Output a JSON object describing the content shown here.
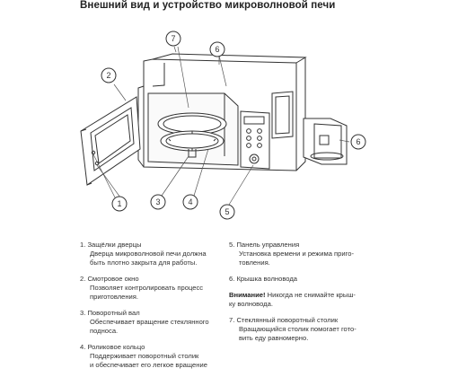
{
  "title": "Внешний вид и устройство микроволновой печи",
  "callouts": [
    "1",
    "2",
    "3",
    "4",
    "5",
    "6",
    "7",
    "6"
  ],
  "legend_left": [
    {
      "head": "1. Защёлки дверцы",
      "desc": "Дверца микроволновой печи должна\nбыть плотно закрыта для работы."
    },
    {
      "head": "2. Смотровое окно",
      "desc": "Позволяет контролировать процесс\nприготовления."
    },
    {
      "head": "3. Поворотный вал",
      "desc": "Обеспечивает вращение стеклянного\nподноса."
    },
    {
      "head": "4. Роликовое кольцо",
      "desc": "Поддерживает поворотный столик\nи обеспечивает его легкое вращение"
    }
  ],
  "legend_right": [
    {
      "head": "5. Панель управления",
      "desc": "Установка времени и режима приго-\nтовления."
    },
    {
      "head": "6. Крышка волновода",
      "desc": ""
    }
  ],
  "warning": {
    "label": "Внимание!",
    "text": "  Никогда не снимайте крыш-\nку волновода."
  },
  "legend_right_2": [
    {
      "head": "7. Стеклянный поворотный столик",
      "desc": "Вращающийся столик помогает гото-\nвить еду равномерно."
    }
  ]
}
